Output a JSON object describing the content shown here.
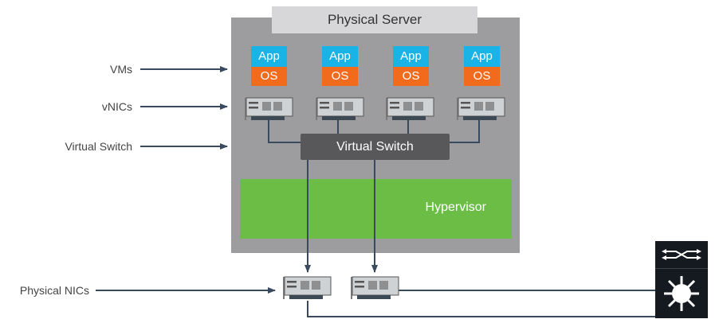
{
  "server": {
    "title": "Physical Server"
  },
  "vms": [
    {
      "app_label": "App",
      "os_label": "OS"
    },
    {
      "app_label": "App",
      "os_label": "OS"
    },
    {
      "app_label": "App",
      "os_label": "OS"
    },
    {
      "app_label": "App",
      "os_label": "OS"
    }
  ],
  "virtual_switch": {
    "label": "Virtual Switch"
  },
  "hypervisor": {
    "label": "Hypervisor"
  },
  "left_labels": {
    "vms": "VMs",
    "vnics": "vNICs",
    "virtual_switch": "Virtual Switch",
    "physical_nics": "Physical NICs"
  },
  "colors": {
    "server": "#9d9d9f",
    "app": "#1ab3e6",
    "os": "#f26b1d",
    "hypervisor": "#6bbd45",
    "vswitch": "#58585a",
    "line": "#3a4a5e"
  }
}
